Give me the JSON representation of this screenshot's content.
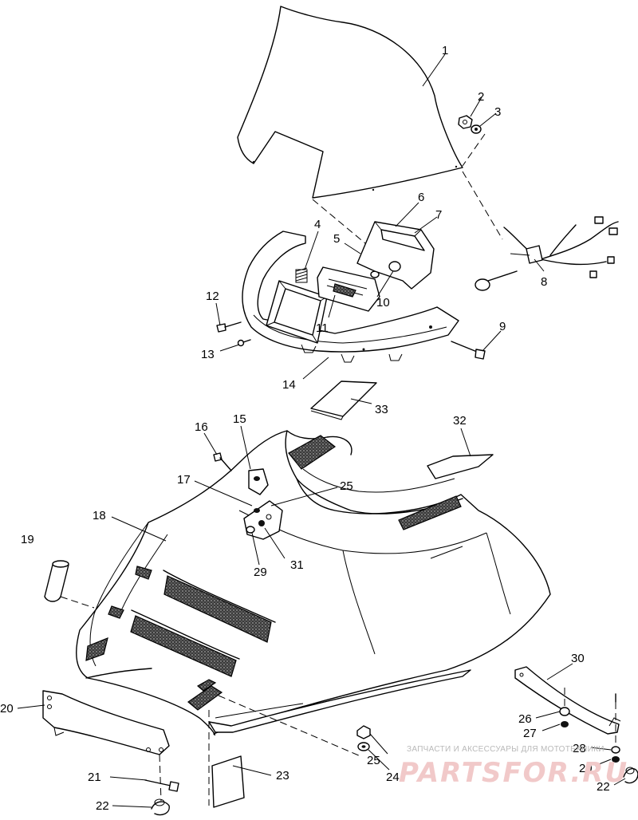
{
  "diagram": {
    "callouts": [
      {
        "id": "1",
        "label": "1"
      },
      {
        "id": "2",
        "label": "2"
      },
      {
        "id": "3",
        "label": "3"
      },
      {
        "id": "4",
        "label": "4"
      },
      {
        "id": "5",
        "label": "5"
      },
      {
        "id": "6",
        "label": "6"
      },
      {
        "id": "7",
        "label": "7"
      },
      {
        "id": "8",
        "label": "8"
      },
      {
        "id": "9",
        "label": "9"
      },
      {
        "id": "10",
        "label": "10"
      },
      {
        "id": "11",
        "label": "11"
      },
      {
        "id": "12",
        "label": "12"
      },
      {
        "id": "13",
        "label": "13"
      },
      {
        "id": "14",
        "label": "14"
      },
      {
        "id": "15",
        "label": "15"
      },
      {
        "id": "16",
        "label": "16"
      },
      {
        "id": "17",
        "label": "17"
      },
      {
        "id": "18",
        "label": "18"
      },
      {
        "id": "19",
        "label": "19"
      },
      {
        "id": "20",
        "label": "20"
      },
      {
        "id": "21",
        "label": "21"
      },
      {
        "id": "22a",
        "label": "22"
      },
      {
        "id": "22b",
        "label": "22"
      },
      {
        "id": "23",
        "label": "23"
      },
      {
        "id": "24",
        "label": "24"
      },
      {
        "id": "25a",
        "label": "25"
      },
      {
        "id": "25b",
        "label": "25"
      },
      {
        "id": "26",
        "label": "26"
      },
      {
        "id": "27",
        "label": "27"
      },
      {
        "id": "28",
        "label": "28"
      },
      {
        "id": "29a",
        "label": "29"
      },
      {
        "id": "29b",
        "label": "29"
      },
      {
        "id": "30",
        "label": "30"
      },
      {
        "id": "31",
        "label": "31"
      },
      {
        "id": "32",
        "label": "32"
      },
      {
        "id": "33",
        "label": "33"
      }
    ]
  },
  "watermark": {
    "caption": "ЗАПЧАСТИ И АКСЕССУАРЫ ДЛЯ МОТОТЕХНИКИ",
    "logo": "PARTSFOR.RU"
  },
  "colors": {
    "line": "#000000",
    "background": "#ffffff",
    "watermark_logo": "#f1c9c9",
    "watermark_caption": "#b9b9b9"
  }
}
